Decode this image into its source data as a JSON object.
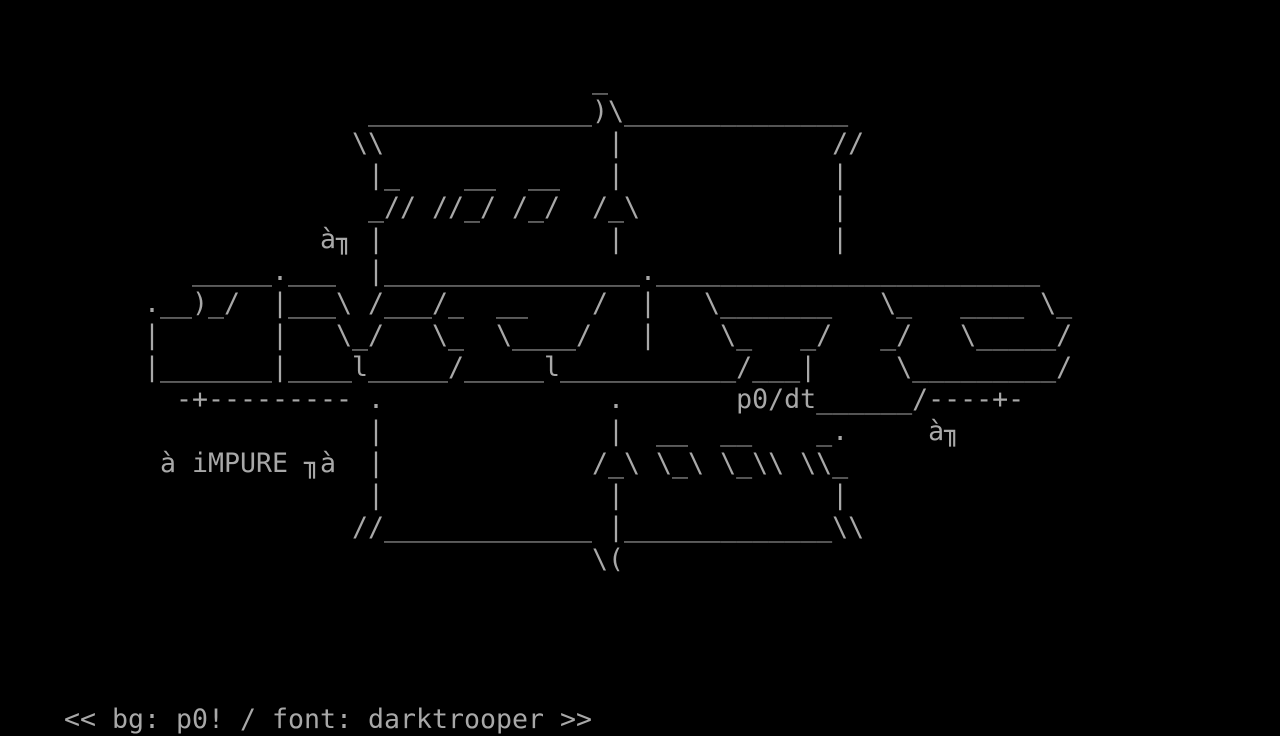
{
  "colors": {
    "background": "#000000",
    "text": "#a8a8a8"
  },
  "art": {
    "lines": [
      "",
      "",
      "                                     _",
      "                       ______________)\\______________",
      "                      \\\\              |             //",
      "                       |_    __  __   |             |",
      "                       _// //_/ /_/  /_\\            |",
      "                    à╖ |              |             |",
      "            _____.___  |________________.________________________",
      "         .__)_/  |___\\ /___/_  __    /  |   \\_______   \\_   ____ \\_",
      "         |       |   \\_/   \\_  \\____/   |    \\_   _/   _/   \\_____/",
      "         |_______|____l_____/_____l___________/___|     \\_________/",
      "           -+--------- .              .       p0/dt______/----+-",
      "                       |              |  __  __    _.     à╖",
      "          à iMPURE ╖à  |             /_\\ \\_\\ \\_\\\\ \\\\_",
      "                       |              |             |",
      "                      //_____________ |_____________\\\\",
      "                                     \\(",
      "",
      "",
      "",
      "",
      "    << bg: p0! / font: darktrooper >>"
    ]
  }
}
